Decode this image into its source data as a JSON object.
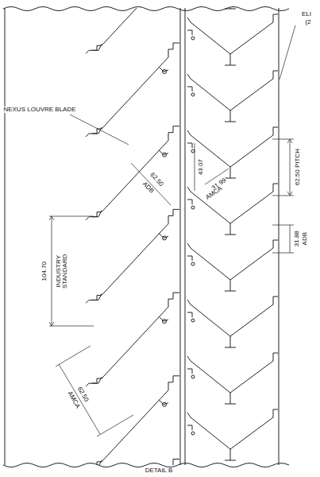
{
  "diagram": {
    "labels": [
      "NEXUS LOUVRE BLADE",
      "62.50",
      "ADB",
      "104.70",
      "INDUSTRY STANDARD",
      "62.50",
      "AMCA",
      "43.07",
      "31.99",
      "AMCA",
      "62.50 PITCH",
      "31.88",
      "ADB",
      "ELI",
      "(2",
      "DETAIL B"
    ]
  }
}
